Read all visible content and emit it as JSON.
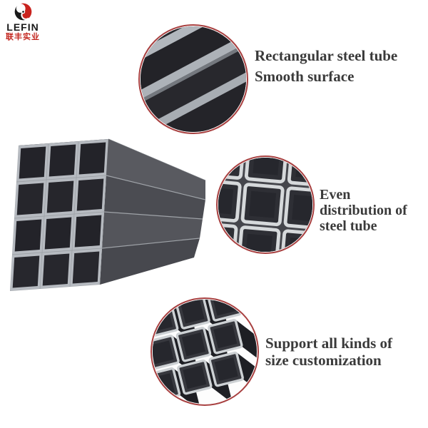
{
  "brand": {
    "name": "LEFIN",
    "name_cn": "联丰实业"
  },
  "main_image": "rectangular-steel-tube-stack-photo",
  "callouts": [
    {
      "photo": "diagonal-steel-tubes-closeup",
      "lines": [
        "Rectangular steel tube",
        "Smooth surface"
      ]
    },
    {
      "photo": "square-tube-ends-grid-closeup",
      "lines": [
        "Even",
        "distribution of",
        "steel tube"
      ]
    },
    {
      "photo": "stacked-square-tubes-closeup",
      "lines": [
        "Support all kinds of",
        "size customization"
      ]
    }
  ],
  "colors": {
    "accent_red": "#c9231e",
    "circle_border": "#a84040",
    "caption_text": "#3a3a3a",
    "steel_dark": "#232329",
    "steel_rim_light": "#b6bac0"
  }
}
